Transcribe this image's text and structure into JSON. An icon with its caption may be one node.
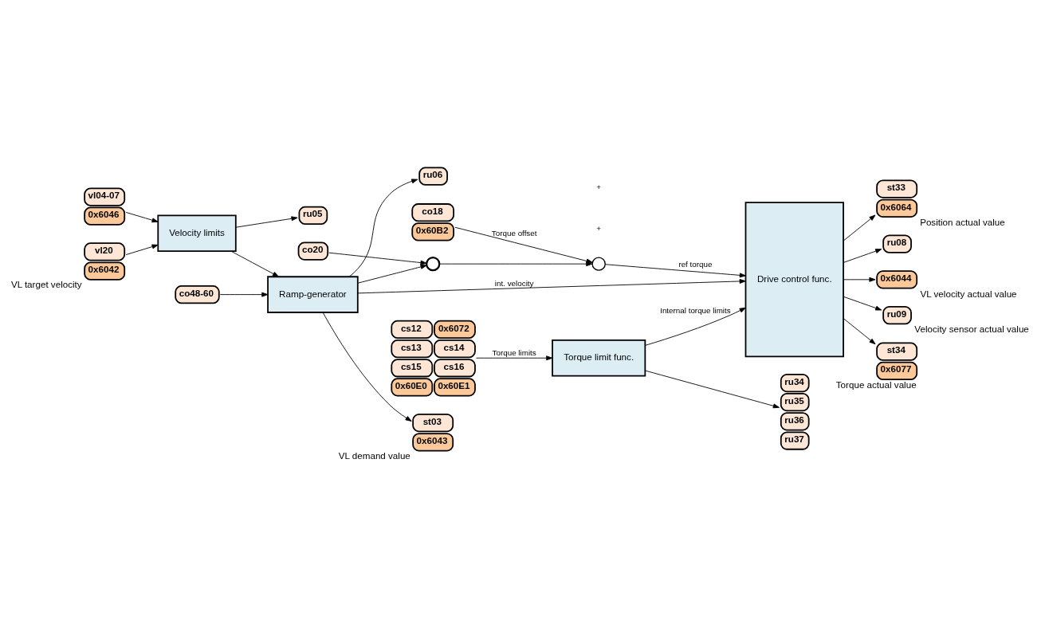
{
  "diagram": {
    "nodes": [
      {
        "text": [
          "co18",
          "0x60B2"
        ]
      },
      {
        "text": [
          "vl04-07",
          "0x6046"
        ]
      },
      {
        "text": [
          "vl20",
          "0x6042"
        ],
        "beside": [
          "VL target velocity"
        ]
      },
      {
        "text": [
          "Velocity limits"
        ]
      },
      {
        "text": [
          "ru05"
        ]
      },
      {
        "text": [
          "co48-60"
        ]
      },
      {
        "text": [
          "Ramp-generator"
        ]
      },
      {
        "text": [],
        "shape": "circle"
      },
      {
        "text": [
          "co20"
        ]
      },
      {
        "text": [],
        "shape": "circle"
      },
      {
        "text": [
          "Drive control func."
        ]
      },
      {
        "text": [
          "st33",
          "0x6064"
        ],
        "beside": [
          "Position actual value"
        ]
      },
      {
        "text": [
          "ru08"
        ]
      },
      {
        "text": [
          "0x6044"
        ],
        "beside": [
          "VL velocity actual value"
        ]
      },
      {
        "text": [
          "ru06"
        ]
      },
      {
        "text": [
          "st03",
          "0x6043"
        ],
        "beside": [
          "VL demand value"
        ]
      },
      {
        "text": [
          "ru34",
          "ru35",
          "ru36",
          "ru37"
        ]
      },
      {
        "text": [
          "cs12",
          "0x6072",
          "cs13",
          "cs14",
          "cs15",
          "cs16",
          "0x60E0",
          "0x60E1"
        ]
      },
      {
        "text": [
          "Torque limit func."
        ]
      },
      {
        "text": [
          "ru09"
        ],
        "beside": [
          "Velocity sensor actual value"
        ]
      },
      {
        "text": [
          "st34",
          "0x6077"
        ],
        "beside": [
          "Torque actual value"
        ]
      }
    ],
    "edges": [
      {
        "from": 0,
        "to": 9,
        "arrow": "to",
        "label": "Torque offset"
      },
      {
        "from": 1,
        "to": 3,
        "arrow": "to"
      },
      {
        "from": 2,
        "to": 3,
        "arrow": "to"
      },
      {
        "from": 3,
        "to": 6,
        "arrow": "to"
      },
      {
        "from": 3,
        "to": 4,
        "arrow": "to"
      },
      {
        "from": 5,
        "to": 6,
        "arrow": "to"
      },
      {
        "from": 6,
        "to": 7,
        "arrow": "to"
      },
      {
        "from": 8,
        "to": 7,
        "arrow": "to"
      },
      {
        "from": 7,
        "to": 9,
        "arrow": "to"
      },
      {
        "from": 9,
        "to": 10,
        "arrow": "to",
        "label": "ref torque"
      },
      {
        "from": 6,
        "to": 10,
        "arrow": "to",
        "label": "int. velocity"
      },
      {
        "from": 6,
        "to": 14,
        "arrow": "to"
      },
      {
        "from": 6,
        "to": 15,
        "arrow": "to"
      },
      {
        "from": 17,
        "to": 18,
        "arrow": "to",
        "label": "Torque limits"
      },
      {
        "from": 18,
        "to": 10,
        "arrow": "to",
        "label": "Internal torque limits"
      },
      {
        "from": 18,
        "to": 16,
        "arrow": "to"
      },
      {
        "from": 10,
        "to": 11,
        "arrow": "to"
      },
      {
        "from": 10,
        "to": 12,
        "arrow": "to"
      },
      {
        "from": 10,
        "to": 13,
        "arrow": "to"
      },
      {
        "from": 10,
        "to": 19,
        "arrow": "to"
      },
      {
        "from": 10,
        "to": 20,
        "arrow": "to"
      }
    ],
    "labels": [
      "+",
      "+"
    ]
  }
}
